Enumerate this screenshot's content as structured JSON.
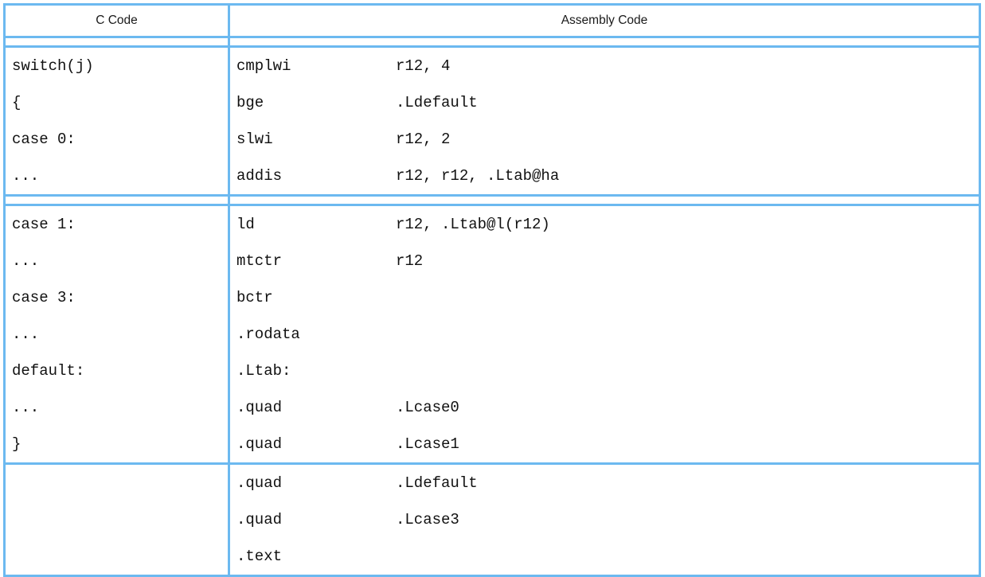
{
  "table": {
    "headers": {
      "c_code": "C Code",
      "assembly_code": "Assembly Code"
    },
    "accent_color": "#6cb9f0",
    "text_color": "#111111",
    "background_color": "#ffffff",
    "sections": [
      {
        "id": "section-1",
        "separator_below": "double",
        "c_lines": [
          "switch(j)",
          "{",
          "case 0:",
          "..."
        ],
        "asm_lines": [
          {
            "mnemonic": "cmplwi",
            "operand": "r12, 4"
          },
          {
            "mnemonic": "bge",
            "operand": ".Ldefault"
          },
          {
            "mnemonic": "slwi",
            "operand": "r12, 2"
          },
          {
            "mnemonic": "addis",
            "operand": "r12, r12, .Ltab@ha"
          }
        ]
      },
      {
        "id": "section-2",
        "separator_below": "single",
        "c_lines": [
          "case 1:",
          "...",
          "case 3:",
          "...",
          "default:",
          "...",
          "}"
        ],
        "asm_lines": [
          {
            "mnemonic": "ld",
            "operand": "r12, .Ltab@l(r12)"
          },
          {
            "mnemonic": "mtctr",
            "operand": "r12"
          },
          {
            "mnemonic": "bctr",
            "operand": ""
          },
          {
            "mnemonic": ".rodata",
            "operand": ""
          },
          {
            "mnemonic": ".Ltab:",
            "operand": ""
          },
          {
            "mnemonic": ".quad",
            "operand": ".Lcase0"
          },
          {
            "mnemonic": ".quad",
            "operand": ".Lcase1"
          }
        ]
      },
      {
        "id": "section-3",
        "separator_below": "none",
        "c_lines": [],
        "asm_lines": [
          {
            "mnemonic": ".quad",
            "operand": ".Ldefault"
          },
          {
            "mnemonic": ".quad",
            "operand": ".Lcase3"
          },
          {
            "mnemonic": ".text",
            "operand": ""
          }
        ]
      }
    ]
  }
}
